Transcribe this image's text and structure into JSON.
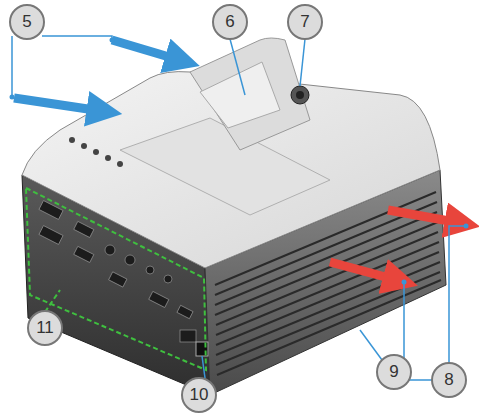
{
  "diagram": {
    "labels": [
      "5",
      "6",
      "7",
      "8",
      "9",
      "10",
      "11"
    ]
  }
}
